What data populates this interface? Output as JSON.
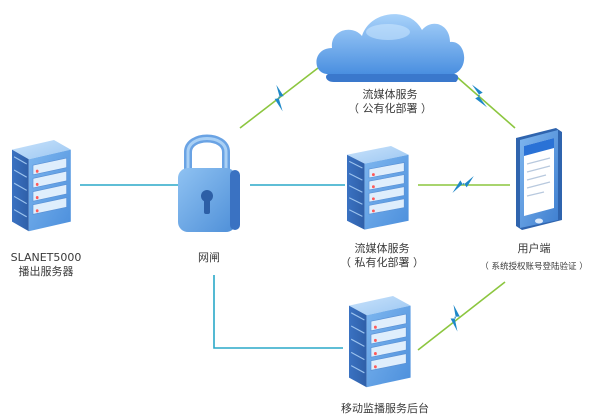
{
  "nodes": {
    "slanet_server": {
      "line1": "SLANET5000",
      "line2": "播出服务器"
    },
    "gateway": {
      "label": "网闸"
    },
    "public_cloud": {
      "line1": "流媒体服务",
      "line2": "（ 公有化部署 ）"
    },
    "private_server": {
      "line1": "流媒体服务",
      "line2": "（ 私有化部署 ）"
    },
    "user_terminal": {
      "line1": "用户端",
      "line2": "（ 系统授权账号登陆验证 ）"
    },
    "mobile_backend": {
      "label": "移动监播服务后台"
    }
  },
  "colors": {
    "wired_link": "#2aa8c8",
    "wireless_link": "#8cc63f",
    "lightning": "#1e88c8",
    "server_body": "#6aa6e6",
    "server_top": "#a9d0f5",
    "server_side": "#3d78c8"
  },
  "connections": [
    {
      "from": "slanet_server",
      "to": "gateway",
      "kind": "wired"
    },
    {
      "from": "gateway",
      "to": "private_server",
      "kind": "wired"
    },
    {
      "from": "gateway",
      "to": "mobile_backend",
      "kind": "wired"
    },
    {
      "from": "gateway",
      "to": "public_cloud",
      "kind": "wireless"
    },
    {
      "from": "public_cloud",
      "to": "user_terminal",
      "kind": "wireless"
    },
    {
      "from": "private_server",
      "to": "user_terminal",
      "kind": "wireless"
    },
    {
      "from": "mobile_backend",
      "to": "user_terminal",
      "kind": "wireless"
    }
  ]
}
